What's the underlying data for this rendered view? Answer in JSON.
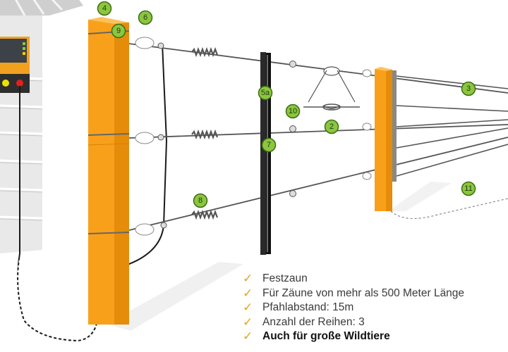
{
  "labels": [
    {
      "id": "l4",
      "text": "4"
    },
    {
      "id": "l6",
      "text": "6"
    },
    {
      "id": "l9",
      "text": "9"
    },
    {
      "id": "l5a",
      "text": "5a"
    },
    {
      "id": "l10",
      "text": "10"
    },
    {
      "id": "l2",
      "text": "2"
    },
    {
      "id": "l7",
      "text": "7"
    },
    {
      "id": "l8",
      "text": "8"
    },
    {
      "id": "l3",
      "text": "3"
    },
    {
      "id": "l11",
      "text": "11"
    }
  ],
  "features": [
    {
      "text": "Festzaun",
      "bold": false
    },
    {
      "text": "Für Zäune von mehr als 500 Meter Länge",
      "bold": false
    },
    {
      "text": "Pfahlabstand: 15m",
      "bold": false
    },
    {
      "text": "Anzahl der Reihen: 3",
      "bold": false
    },
    {
      "text": "Auch für große Wildtiere",
      "bold": true
    }
  ],
  "colors": {
    "post_orange": "#f9a01b",
    "label_green": "#8cc63f",
    "check_orange": "#e8a317",
    "wire": "#555555"
  },
  "icons": {
    "check": "check-icon"
  }
}
